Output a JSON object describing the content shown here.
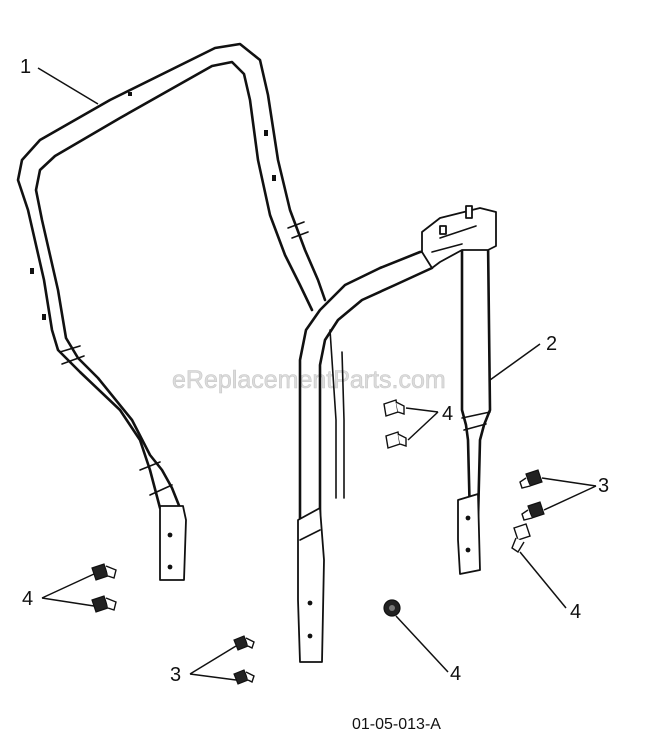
{
  "watermark": "eReplacementParts.com",
  "drawing_code": "01-05-013-A",
  "callouts": {
    "c1": "1",
    "c2": "2",
    "c3_right": "3",
    "c3_bottom": "3",
    "c4_middle": "4",
    "c4_left": "4",
    "c4_right": "4",
    "c4_bottom": "4"
  }
}
